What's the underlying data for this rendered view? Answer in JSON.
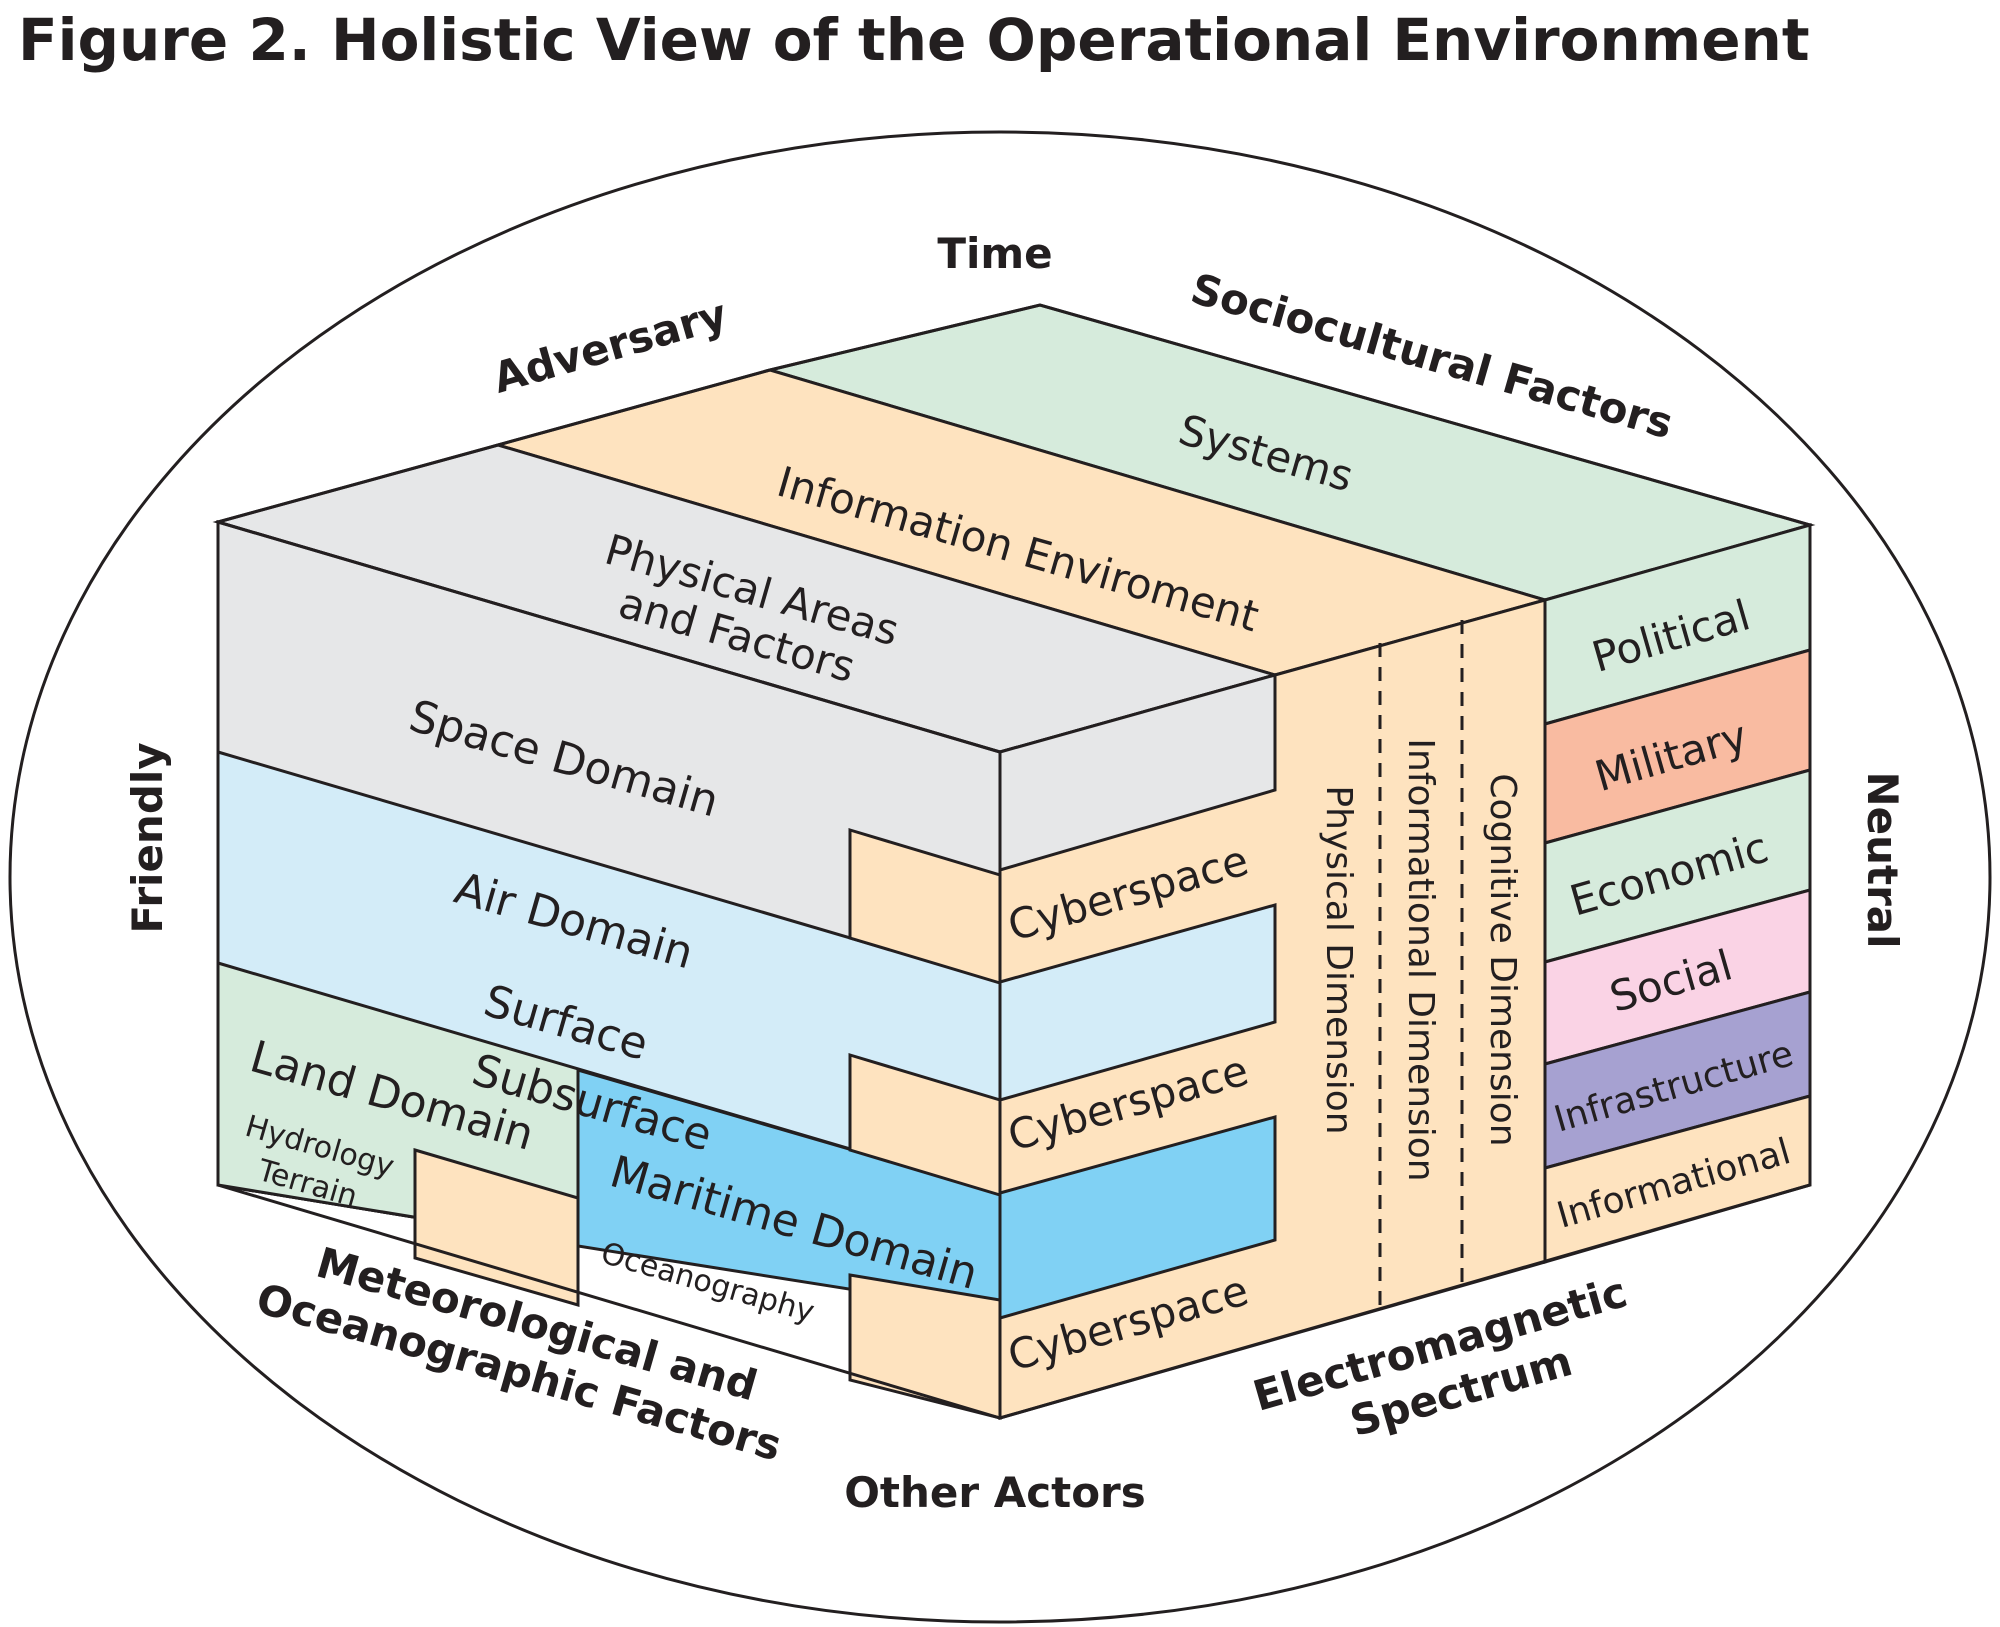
{
  "title": "Figure 2. Holistic View of the Operational Environment",
  "colors": {
    "gray": "#e6e7e8",
    "peach": "#fee3bf",
    "green": "#d6ebdc",
    "light_blue": "#d3ecf8",
    "blue": "#80d1f4",
    "salmon": "#f9bba1",
    "pink": "#fad3e5",
    "purple": "#a6a1d1",
    "ink": "#231f20"
  },
  "outer": {
    "time": "Time",
    "adversary": "Adversary",
    "sociocultural": "Sociocultural Factors",
    "friendly": "Friendly",
    "neutral": "Neutral",
    "metoc_line1": "Meteorological and",
    "metoc_line2": "Oceanographic Factors",
    "electromagnetic_line1": "Electromagnetic",
    "electromagnetic_line2": "Spectrum",
    "other_actors": "Other Actors"
  },
  "top": {
    "systems": "Systems",
    "information_environment": "Information Enviroment",
    "physical_line1": "Physical Areas",
    "physical_line2": "and Factors"
  },
  "front": {
    "space": "Space Domain",
    "air": "Air Domain",
    "surface": "Surface",
    "subsurface": "Subsurface",
    "land": "Land Domain",
    "hydrology": "Hydrology",
    "terrain": "Terrain",
    "maritime": "Maritime Domain",
    "oceanography": "Oceanography"
  },
  "side": {
    "cyberspace": "Cyberspace",
    "physical_dimension": "Physical Dimension",
    "informational_dimension": "Informational Dimension",
    "cognitive_dimension": "Cognitive Dimension"
  },
  "factors": [
    "Political",
    "Military",
    "Economic",
    "Social",
    "Infrastructure",
    "Informational"
  ]
}
